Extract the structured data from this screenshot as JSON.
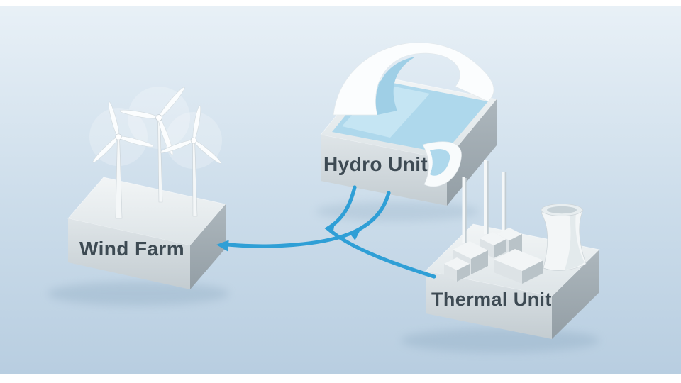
{
  "diagram": {
    "nodes": [
      {
        "id": "wind-farm",
        "label": "Wind Farm"
      },
      {
        "id": "hydro-unit",
        "label": "Hydro Unit"
      },
      {
        "id": "thermal-unit",
        "label": "Thermal Unit"
      }
    ],
    "edges": [
      {
        "from": "hydro-unit",
        "to": "wind-farm",
        "style": "curved-blue-arrow"
      },
      {
        "from": "thermal-unit",
        "to": "hydro-unit",
        "style": "curved-blue-arrow"
      }
    ],
    "colors": {
      "arrow_blue": "#2f9fd6",
      "label_text": "#3d4a53",
      "sky_top": "#e9f1f7",
      "sky_bottom": "#b7cde0",
      "frame": "#ffffff"
    }
  }
}
